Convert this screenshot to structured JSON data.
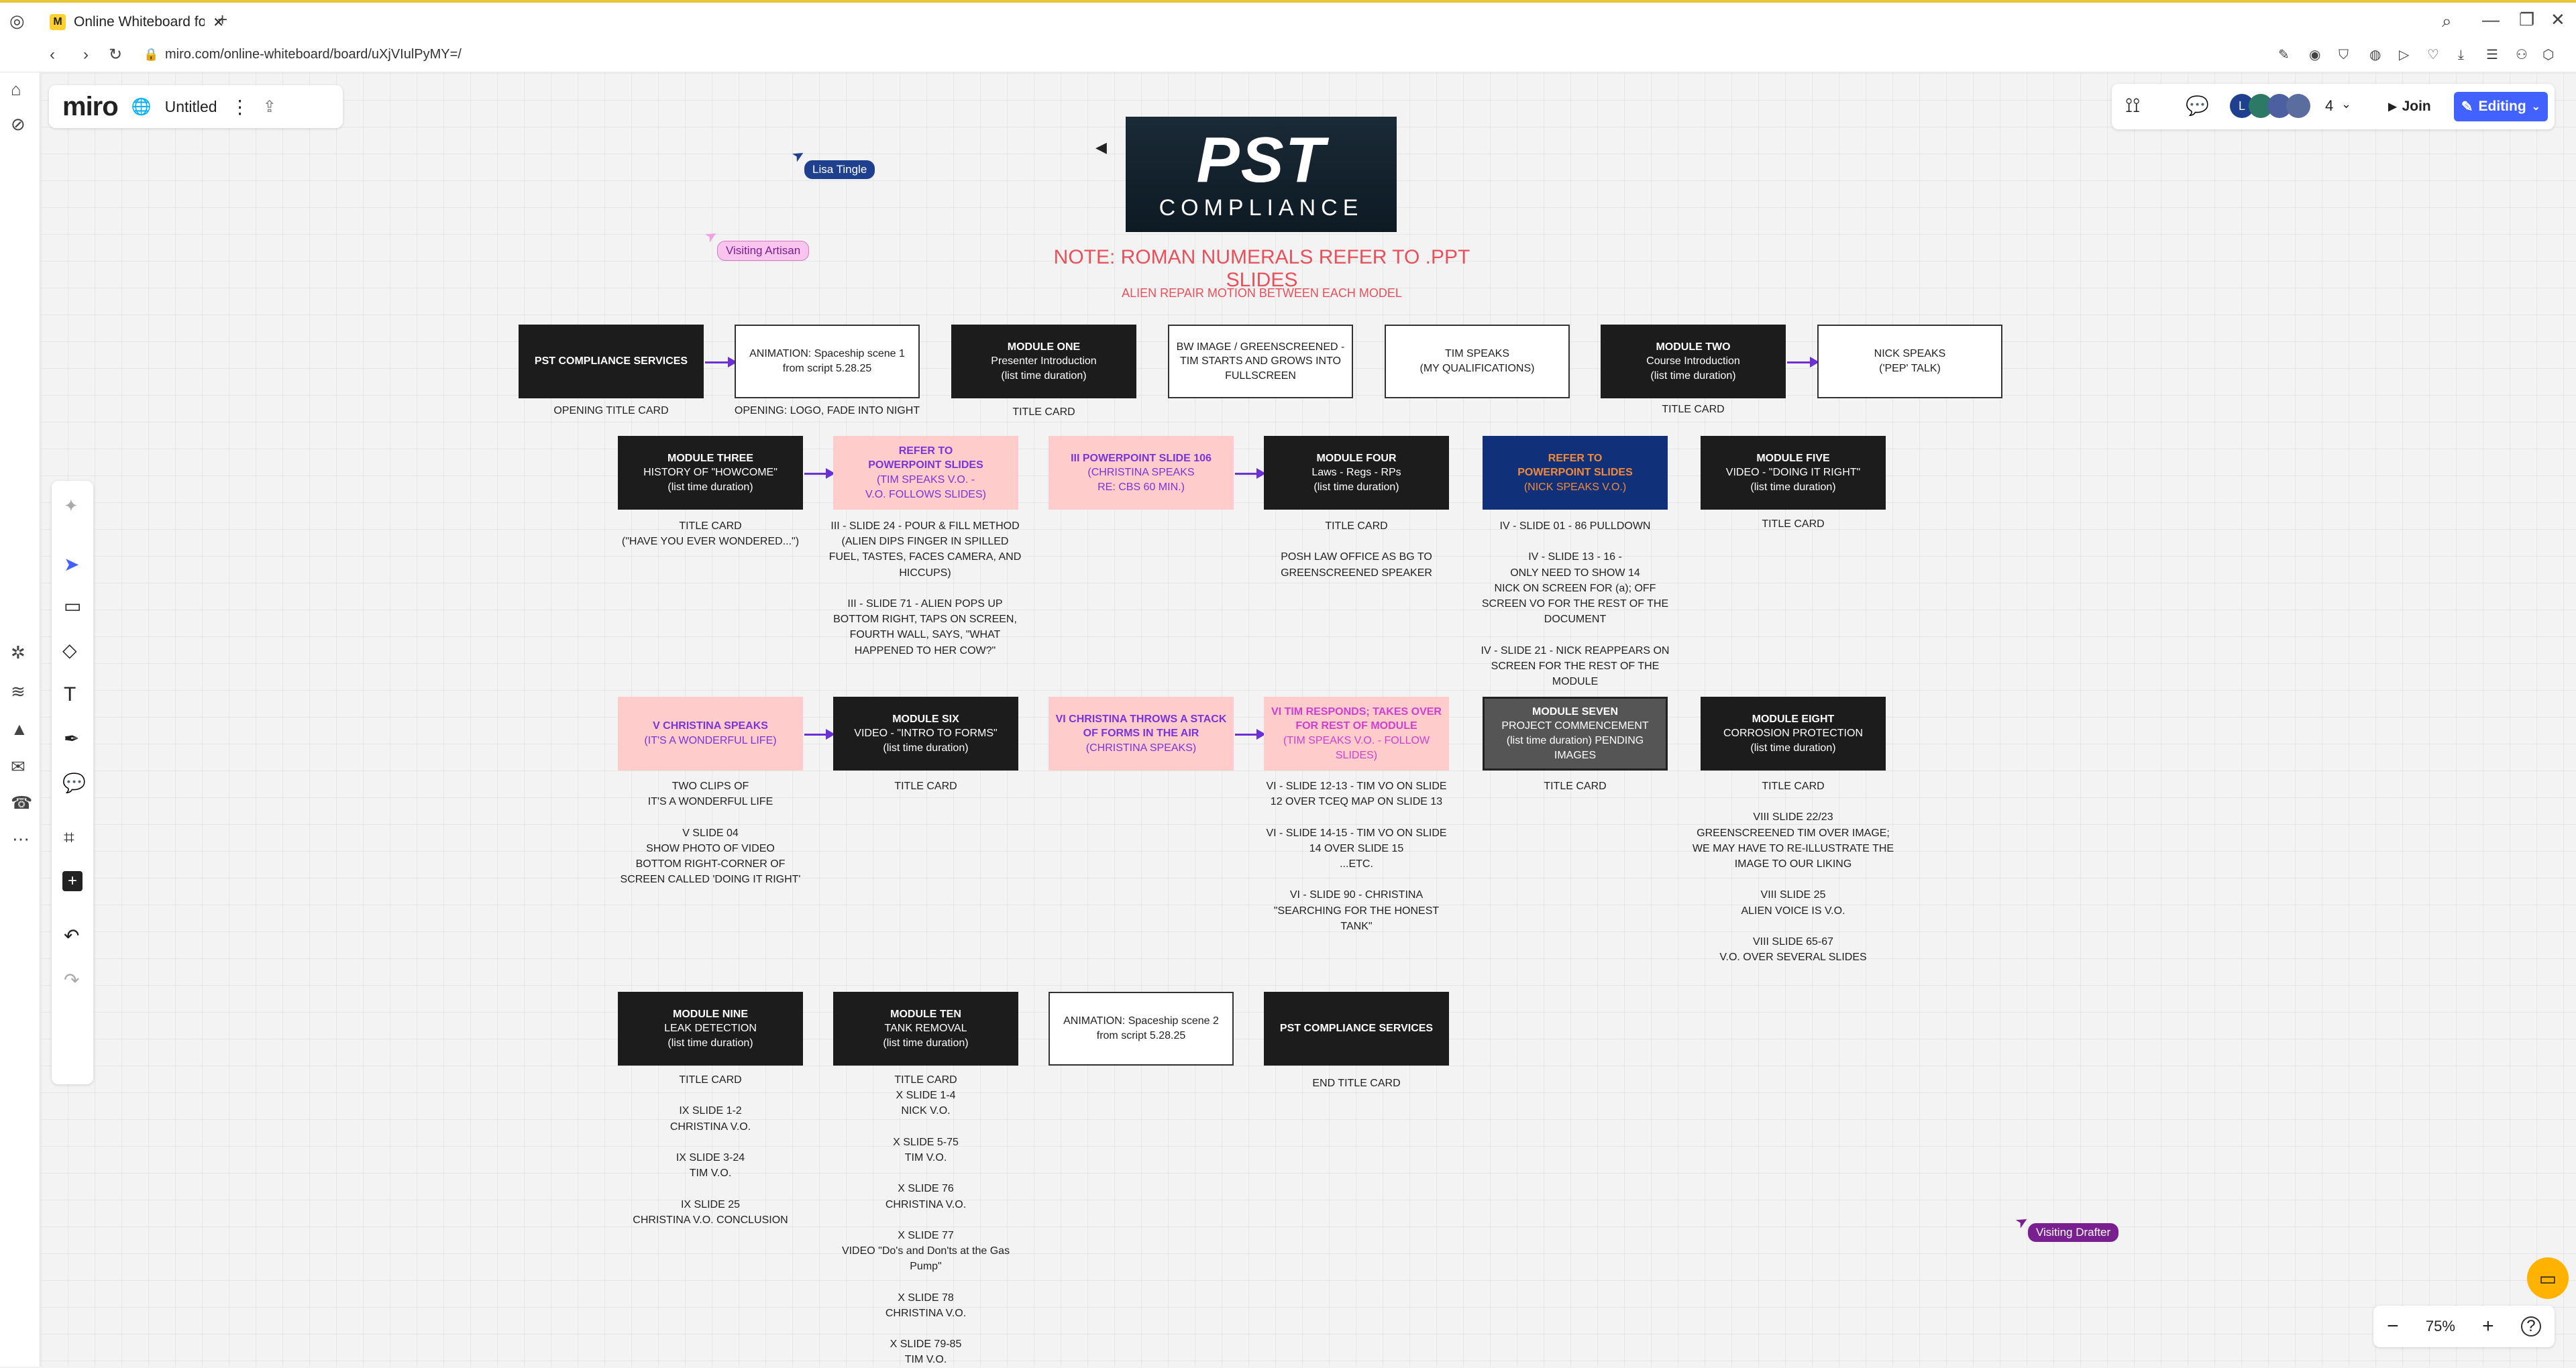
{
  "browser": {
    "tab_title": "Online Whiteboard for R...",
    "url": "miro.com/online-whiteboard/board/uXjVIulPyMY=/"
  },
  "miro": {
    "logo": "miro",
    "board_name": "Untitled",
    "user_count": "4",
    "join_label": "Join",
    "editing_label": "Editing",
    "zoom": "75%"
  },
  "colors": {
    "accent": "#4262ff",
    "arrow": "#6d2fd6",
    "note": "#e8505b"
  },
  "cursors": [
    {
      "name": "Lisa Tingle",
      "color": "#1f3f8f"
    },
    {
      "name": "Visiting Artisan",
      "color": "#f0a3e0"
    },
    {
      "name": "Visiting Drafter",
      "color": "#7a1f8f"
    }
  ],
  "board": {
    "logo_top": "PST",
    "logo_bottom": "COMPLIANCE",
    "note_main": "NOTE: ROMAN NUMERALS REFER TO .PPT SLIDES",
    "note_sub": "ALIEN REPAIR MOTION BETWEEN EACH MODEL",
    "cards": {
      "c1": {
        "title": "PST COMPLIANCE SERVICES",
        "body": ""
      },
      "c2": {
        "title": "",
        "body": "ANIMATION: Spaceship scene 1 from script 5.28.25"
      },
      "c3": {
        "title": "MODULE ONE",
        "body": "Presenter Introduction\n(list time duration)"
      },
      "c4": {
        "title": "",
        "body": "BW IMAGE / GREENSCREENED - TIM STARTS AND GROWS INTO FULLSCREEN"
      },
      "c5": {
        "title": "",
        "body": "TIM SPEAKS\n(MY QUALIFICATIONS)"
      },
      "c6": {
        "title": "MODULE TWO",
        "body": "Course Introduction\n(list time duration)"
      },
      "c7": {
        "title": "",
        "body": "NICK SPEAKS\n('PEP' TALK)"
      },
      "c8": {
        "title": "MODULE THREE",
        "body": "HISTORY OF \"HOWCOME\"\n(list time duration)"
      },
      "c9": {
        "title": "REFER TO\nPOWERPOINT SLIDES",
        "body": "(TIM SPEAKS V.O. -\nV.O. FOLLOWS SLIDES)"
      },
      "c10": {
        "title": "III POWERPOINT SLIDE 106",
        "body": "(CHRISTINA SPEAKS\nRE: CBS 60 MIN.)"
      },
      "c11": {
        "title": "MODULE FOUR",
        "body": "Laws - Regs - RPs\n(list time duration)"
      },
      "c12": {
        "title": "REFER TO\nPOWERPOINT SLIDES",
        "body": "(NICK SPEAKS V.O.)"
      },
      "c13": {
        "title": "MODULE FIVE",
        "body": "VIDEO - \"DOING IT RIGHT\"\n(list time duration)"
      },
      "c14": {
        "title": "V CHRISTINA SPEAKS",
        "body": "(IT'S A WONDERFUL LIFE)"
      },
      "c15": {
        "title": "MODULE SIX",
        "body": "VIDEO - \"INTRO TO FORMS\"\n(list time duration)"
      },
      "c16": {
        "title": "VI CHRISTINA THROWS A STACK OF FORMS IN THE AIR",
        "body": "(CHRISTINA SPEAKS)"
      },
      "c17": {
        "title": "VI TIM RESPONDS; TAKES OVER FOR REST OF MODULE",
        "body": "(TIM SPEAKS V.O. - FOLLOW SLIDES)"
      },
      "c18": {
        "title": "MODULE SEVEN",
        "body": "PROJECT COMMENCEMENT\n(list time duration) PENDING IMAGES"
      },
      "c19": {
        "title": "MODULE EIGHT",
        "body": "CORROSION PROTECTION\n(list time duration)"
      },
      "c20": {
        "title": "MODULE NINE",
        "body": "LEAK DETECTION\n(list time duration)"
      },
      "c21": {
        "title": "MODULE TEN",
        "body": "TANK REMOVAL\n(list time duration)"
      },
      "c22": {
        "title": "",
        "body": "ANIMATION: Spaceship scene 2 from script 5.28.25"
      },
      "c23": {
        "title": "PST COMPLIANCE SERVICES",
        "body": ""
      }
    },
    "notes": {
      "n1": "OPENING TITLE CARD",
      "n2": "OPENING: LOGO, FADE INTO NIGHT",
      "n3": "TITLE CARD",
      "n4": "TITLE CARD",
      "n5": "TITLE CARD\n(\"HAVE YOU EVER WONDERED...\")",
      "n6": "III - SLIDE 24 - POUR & FILL METHOD\n(ALIEN DIPS FINGER IN SPILLED\nFUEL, TASTES, FACES CAMERA, AND\nHICCUPS)\n\nIII - SLIDE 71 - ALIEN POPS UP\nBOTTOM RIGHT, TAPS ON SCREEN,\nFOURTH WALL, SAYS, \"WHAT\nHAPPENED TO HER COW?\"",
      "n7": "TITLE CARD\n\nPOSH LAW OFFICE AS BG TO\nGREENSCREENED SPEAKER",
      "n8": "IV - SLIDE 01 - 86 PULLDOWN\n\nIV - SLIDE 13 - 16 -\nONLY NEED TO SHOW 14\nNICK ON SCREEN FOR (a); OFF\nSCREEN VO FOR THE REST OF THE\nDOCUMENT\n\nIV - SLIDE 21 - NICK REAPPEARS ON\nSCREEN FOR THE REST OF THE\nMODULE",
      "n9": "TITLE CARD",
      "n10": "TWO CLIPS OF\nIT'S A WONDERFUL LIFE\n\nV SLIDE 04\nSHOW PHOTO OF VIDEO\nBOTTOM RIGHT-CORNER OF\nSCREEN CALLED 'DOING IT RIGHT'",
      "n11": "TITLE CARD",
      "n12": "VI - SLIDE 12-13 - TIM VO ON SLIDE\n12 OVER TCEQ MAP ON SLIDE 13\n\nVI - SLIDE 14-15 - TIM VO ON SLIDE\n14 OVER SLIDE 15\n...ETC.\n\nVI - SLIDE 90 - CHRISTINA\n\"SEARCHING FOR THE HONEST\nTANK\"",
      "n13": "TITLE CARD",
      "n14": "TITLE CARD\n\nVIII SLIDE 22/23\nGREENSCREENED TIM OVER IMAGE;\nWE MAY HAVE TO RE-ILLUSTRATE THE\nIMAGE TO OUR LIKING\n\nVIII SLIDE 25\nALIEN VOICE IS V.O.\n\nVIII SLIDE 65-67\nV.O. OVER SEVERAL SLIDES",
      "n15": "TITLE CARD\n\nIX SLIDE 1-2\nCHRISTINA V.O.\n\nIX SLIDE 3-24\nTIM V.O.\n\nIX SLIDE 25\nCHRISTINA V.O. CONCLUSION",
      "n16": "TITLE CARD\nX SLIDE 1-4\nNICK V.O.\n\nX SLIDE 5-75\nTIM V.O.\n\nX SLIDE 76\nCHRISTINA V.O.\n\nX SLIDE 77\nVIDEO \"Do's and Don'ts at the Gas\nPump\"\n\nX SLIDE 78\nCHRISTINA V.O.\n\nX SLIDE 79-85\nTIM V.O.",
      "n17": "END TITLE CARD"
    }
  }
}
